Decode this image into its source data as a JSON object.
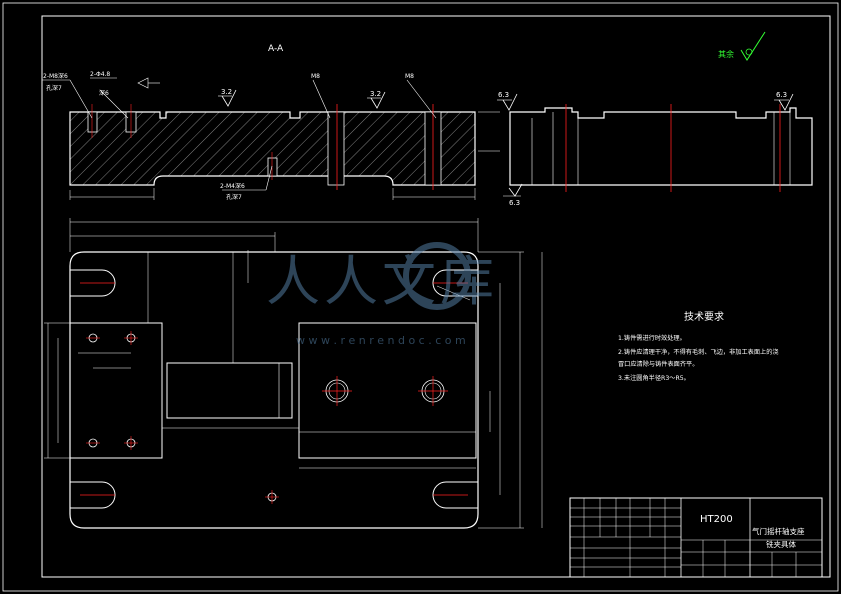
{
  "section_label": "A-A",
  "surface_finish": {
    "other": "其余",
    "top_left": "3.2",
    "top_mid": "3.2",
    "side_top_left": "6.3",
    "side_top_right": "6.3",
    "side_bottom": "6.3"
  },
  "hole_notes": {
    "left_top_1": "2-M8深6",
    "left_top_2": "孔深7",
    "mid_top_1": "2-Φ4.8",
    "mid_top_2": "深6",
    "bottom_1": "2-M4深6",
    "bottom_2": "孔深7",
    "thread_1": "M8",
    "thread_2": "M8"
  },
  "tech_req": {
    "title": "技术要求",
    "items": [
      "1.铸件需进行时效处理。",
      "2.铸件应清理干净，不得有毛刺、飞边，非加工表面上的浇",
      "冒口应清除与铸件表面齐平。",
      "3.未注圆角半径R3～R5。"
    ]
  },
  "title_block": {
    "material": "HT200",
    "part_name_1": "气门摇杆轴支座",
    "part_name_2": "铣夹具体"
  },
  "watermark": {
    "text": "人人文库",
    "url": "w w w . r e n r e n d o c . c o m"
  }
}
